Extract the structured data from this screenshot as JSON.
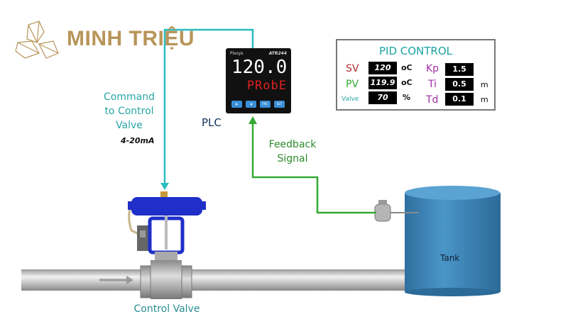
{
  "logo": {
    "text": "MINH TRIỆU"
  },
  "labels": {
    "command_line1": "Command",
    "command_line2": "to Control",
    "command_line3": "Valve",
    "signal": "4-20mA",
    "plc": "PLC",
    "feedback_line1": "Feedback",
    "feedback_line2": "Signal",
    "control_valve": "Control Valve",
    "tank": "Tank"
  },
  "plc_device": {
    "brand": "Pixsys",
    "model": "ATR244",
    "display_top": "120.0",
    "display_bottom": "PRobE",
    "buttons": [
      "▶",
      "◀",
      "FNC",
      "SET"
    ]
  },
  "pid_panel": {
    "title": "PID CONTROL",
    "rows": [
      {
        "label": "SV",
        "value": "120",
        "unit": "oC",
        "param": "Kp",
        "param_value": "1.5",
        "param_unit": ""
      },
      {
        "label": "PV",
        "value": "119.9",
        "unit": "oC",
        "param": "Ti",
        "param_value": "0.5",
        "param_unit": "m"
      },
      {
        "label": "Valve",
        "value": "70",
        "unit": "%",
        "param": "Td",
        "param_value": "0.1",
        "param_unit": "m"
      }
    ]
  },
  "colors": {
    "teal": "#2bbcc0",
    "green": "#33aa33",
    "gold": "#b8955a",
    "actuator": "#1f2fc8",
    "tank": "#3d86b8"
  }
}
